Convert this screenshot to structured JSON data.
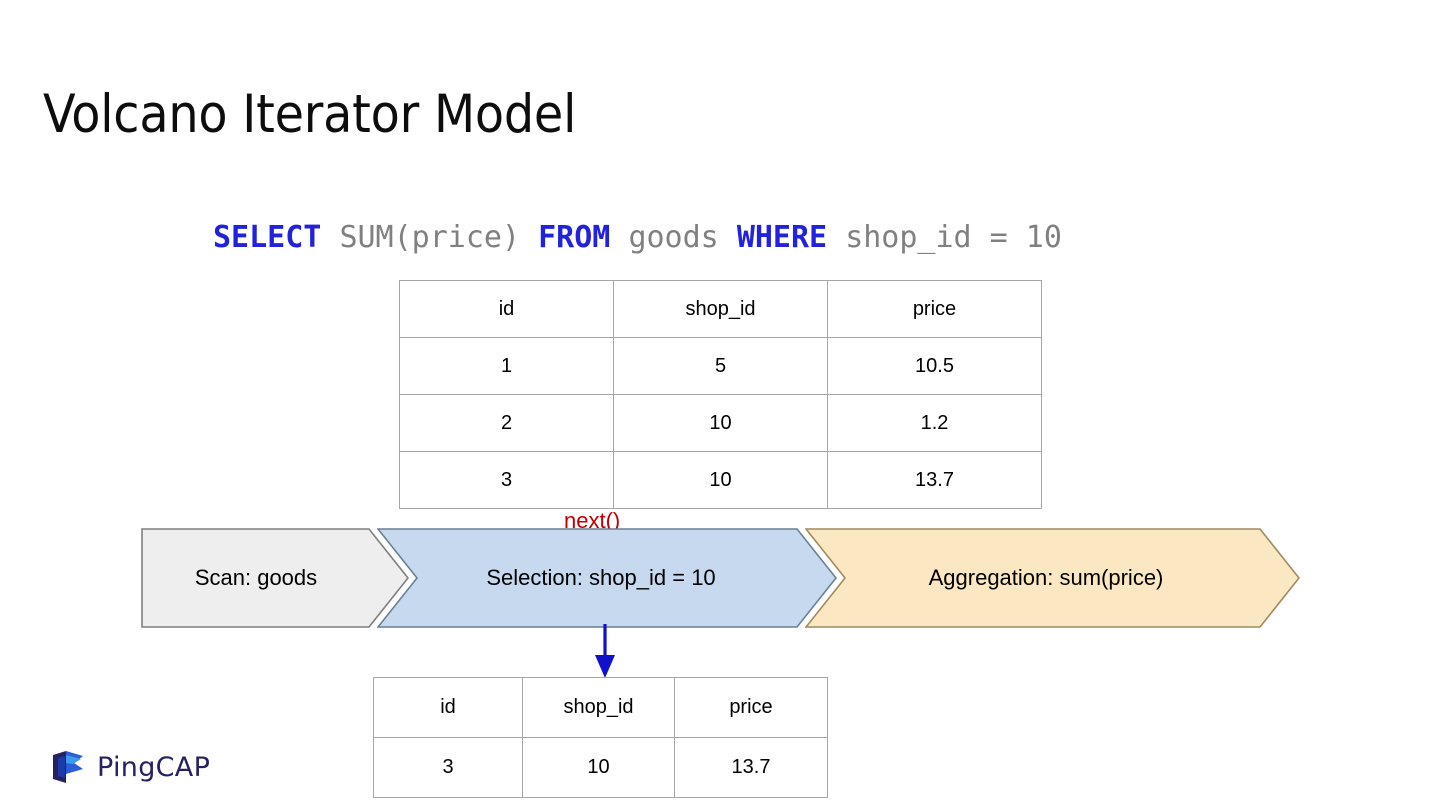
{
  "slide": {
    "title": "Volcano Iterator Model"
  },
  "query": {
    "tokens": [
      {
        "text": "SELECT",
        "type": "keyword"
      },
      {
        "text": " ",
        "type": "plain"
      },
      {
        "text": "SUM(price)",
        "type": "plain"
      },
      {
        "text": " ",
        "type": "plain"
      },
      {
        "text": "FROM",
        "type": "keyword"
      },
      {
        "text": " ",
        "type": "plain"
      },
      {
        "text": "goods",
        "type": "plain"
      },
      {
        "text": " ",
        "type": "plain"
      },
      {
        "text": "WHERE",
        "type": "keyword"
      },
      {
        "text": " ",
        "type": "plain"
      },
      {
        "text": "shop_id = 10",
        "type": "plain"
      }
    ],
    "full_text": "SELECT SUM(price) FROM goods WHERE shop_id = 10",
    "keyword_color": "#2222DD",
    "plain_color": "#808080"
  },
  "input_table": {
    "name": "goods",
    "columns": [
      "id",
      "shop_id",
      "price"
    ],
    "rows": [
      [
        "1",
        "5",
        "10.5"
      ],
      [
        "2",
        "10",
        "1.2"
      ],
      [
        "3",
        "10",
        "13.7"
      ]
    ]
  },
  "result_table": {
    "columns": [
      "id",
      "shop_id",
      "price"
    ],
    "rows": [
      [
        "3",
        "10",
        "13.7"
      ]
    ]
  },
  "annotations": {
    "next_call": "next()",
    "next_call_color": "#C00000",
    "arrow_color": "#1111CC"
  },
  "pipeline": {
    "stages": [
      {
        "label": "Scan: goods",
        "fill": "#EEEEEE",
        "stroke": "#7F7F7F"
      },
      {
        "label": "Selection: shop_id = 10",
        "fill": "#C6D9EF",
        "stroke": "#6A7F94"
      },
      {
        "label": "Aggregation: sum(price)",
        "fill": "#FBE8C2",
        "stroke": "#A08A5E"
      }
    ]
  },
  "logo": {
    "text": "PingCAP",
    "dark_color": "#262261",
    "mid_color": "#2B3A8F",
    "light_color": "#3E9BE9"
  }
}
